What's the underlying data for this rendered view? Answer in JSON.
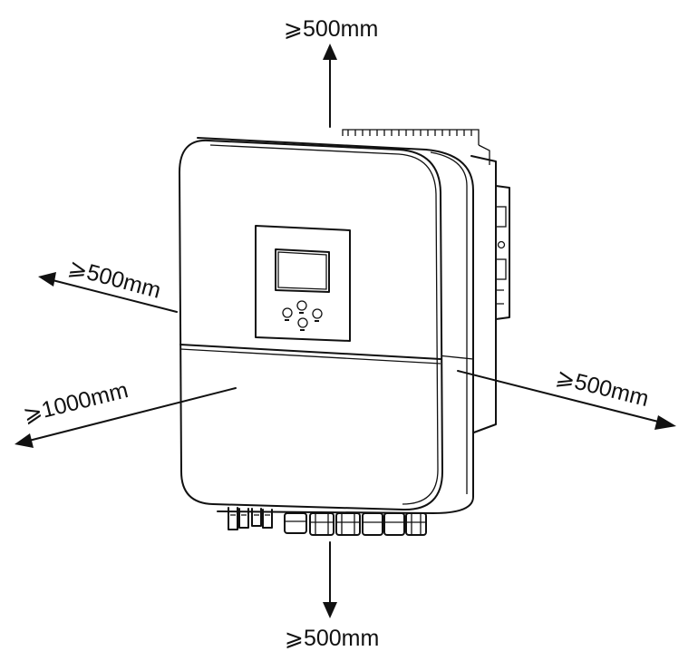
{
  "diagram": {
    "clearances": {
      "top": "⩾500mm",
      "bottom": "⩾500mm",
      "left": "⩾500mm",
      "front": "⩾1000mm",
      "right": "⩾500mm"
    },
    "colors": {
      "line": "#111111",
      "background": "#ffffff"
    },
    "icons": {
      "device": "inverter-icon",
      "display": "lcd-screen-icon"
    }
  }
}
